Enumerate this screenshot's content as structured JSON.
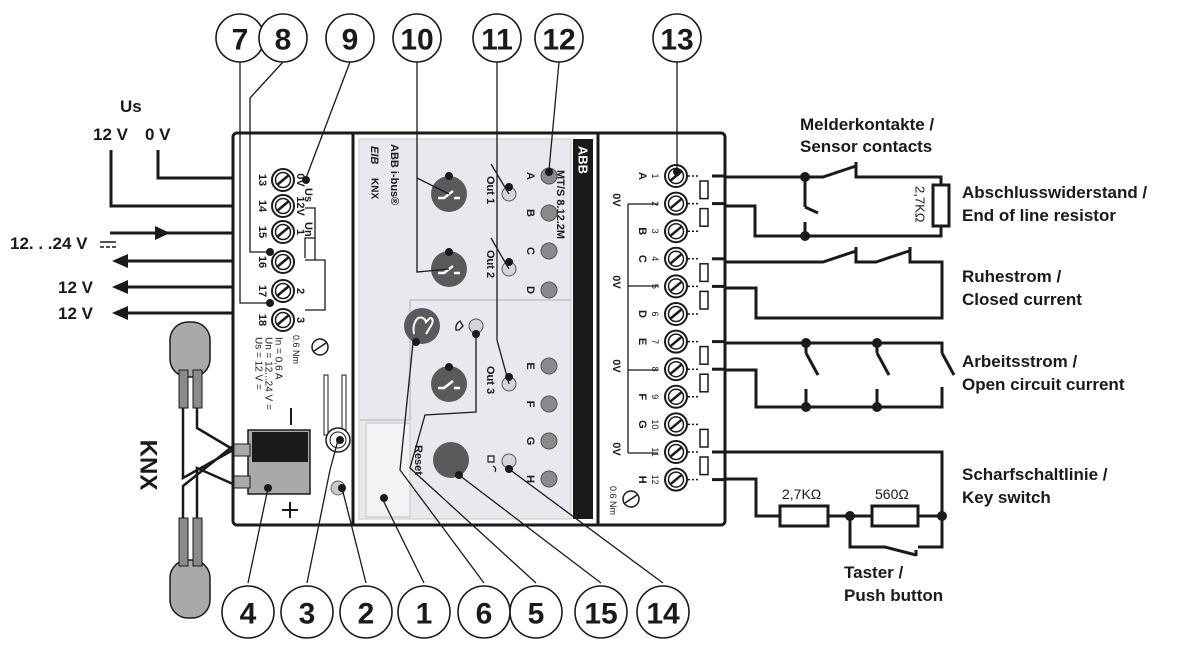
{
  "title": "ABB i-bus MT/S 8.12.2M connection diagram",
  "device": {
    "brand": "ABB",
    "product_line": "ABB i-bus®",
    "logos": [
      "EIB",
      "KNX"
    ],
    "model": "MT/S 8.12.2M",
    "ratings": [
      "Us = 12 V =",
      "Un = 12...24 V =",
      "In = 0,6 A"
    ],
    "torque": "0.6 Nm",
    "reset_label": "Reset",
    "outputs": [
      "Out 1",
      "Out 2",
      "Out 3"
    ],
    "led_letters": [
      "A",
      "B",
      "C",
      "D",
      "E",
      "F",
      "G",
      "H"
    ],
    "left_terminals": [
      {
        "num": "13",
        "label": "0V"
      },
      {
        "num": "14",
        "label": "12V"
      },
      {
        "num": "15",
        "label": "1"
      },
      {
        "num": "16",
        "label": ""
      },
      {
        "num": "17",
        "label": "2"
      },
      {
        "num": "18",
        "label": "3"
      }
    ],
    "left_group_labels": {
      "us": "Us",
      "un": "Un"
    },
    "right_terminals": [
      {
        "num": "1",
        "letter": "A"
      },
      {
        "num": "2",
        "letter": ""
      },
      {
        "num": "3",
        "letter": "B"
      },
      {
        "num": "4",
        "letter": "C"
      },
      {
        "num": "5",
        "letter": ""
      },
      {
        "num": "6",
        "letter": "D"
      },
      {
        "num": "7",
        "letter": "E"
      },
      {
        "num": "8",
        "letter": ""
      },
      {
        "num": "9",
        "letter": "F"
      },
      {
        "num": "10",
        "letter": "G"
      },
      {
        "num": "11",
        "letter": ""
      },
      {
        "num": "12",
        "letter": "H"
      }
    ],
    "zero_v_label": "0V"
  },
  "supply": {
    "us_label": "Us",
    "v12": "12 V",
    "v0": "0 V",
    "input_range": "12. . .24 V",
    "out1": "12 V",
    "out2": "12 V"
  },
  "knx_label": "KNX",
  "top_callouts": [
    "7",
    "8",
    "9",
    "10",
    "11",
    "12",
    "13"
  ],
  "bottom_callouts": [
    "4",
    "3",
    "2",
    "1",
    "6",
    "5",
    "15",
    "14"
  ],
  "right_circuits": {
    "sensor_contacts": [
      "Melderkontakte /",
      "Sensor contacts"
    ],
    "eol_resistor": [
      "Abschlusswiderstand /",
      "End of line resistor"
    ],
    "eol_value": "2,7KΩ",
    "closed_current": [
      "Ruhestrom /",
      "Closed current"
    ],
    "open_circuit": [
      "Arbeitsstrom /",
      "Open circuit current"
    ],
    "key_switch": [
      "Scharfschaltlinie /",
      "Key switch"
    ],
    "r1_value": "2,7KΩ",
    "r2_value": "560Ω",
    "push_button": [
      "Taster /",
      "Push button"
    ]
  },
  "colors": {
    "line": "#1a1a1a",
    "panel": "#e8e9ee",
    "button": "#5a5a5c",
    "led_dark": "#8a8a8c",
    "led_light": "#d6d6d6",
    "bus_terminal_gray": "#a9a9ab"
  }
}
